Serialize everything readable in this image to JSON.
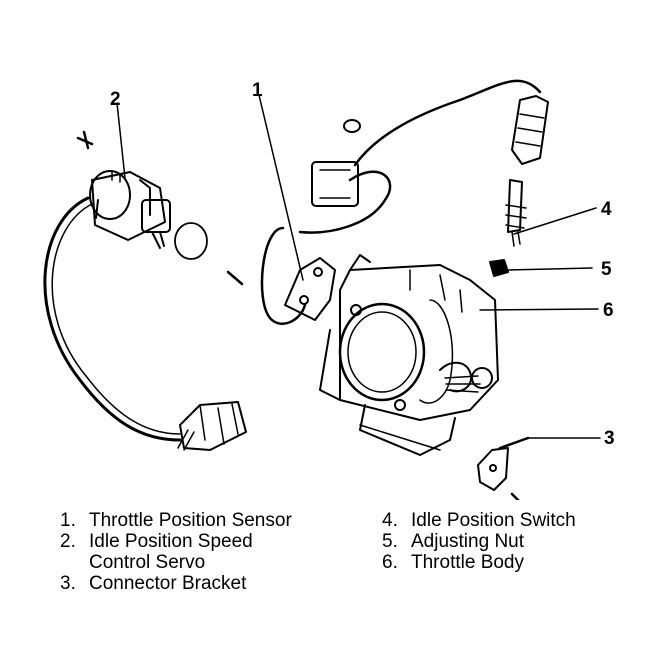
{
  "callouts": {
    "c1": "1",
    "c2": "2",
    "c3": "3",
    "c4": "4",
    "c5": "5",
    "c6": "6"
  },
  "legend": {
    "left": [
      {
        "num": "1.",
        "lines": [
          "Throttle Position Sensor"
        ]
      },
      {
        "num": "2.",
        "lines": [
          "Idle Position Speed",
          "Control Servo"
        ]
      },
      {
        "num": "3.",
        "lines": [
          "Connector Bracket"
        ]
      }
    ],
    "right": [
      {
        "num": "4.",
        "lines": [
          "Idle Position Switch"
        ]
      },
      {
        "num": "5.",
        "lines": [
          "Adjusting Nut"
        ]
      },
      {
        "num": "6.",
        "lines": [
          "Throttle Body"
        ]
      }
    ]
  },
  "colors": {
    "ink": "#000000",
    "paper": "#ffffff"
  }
}
